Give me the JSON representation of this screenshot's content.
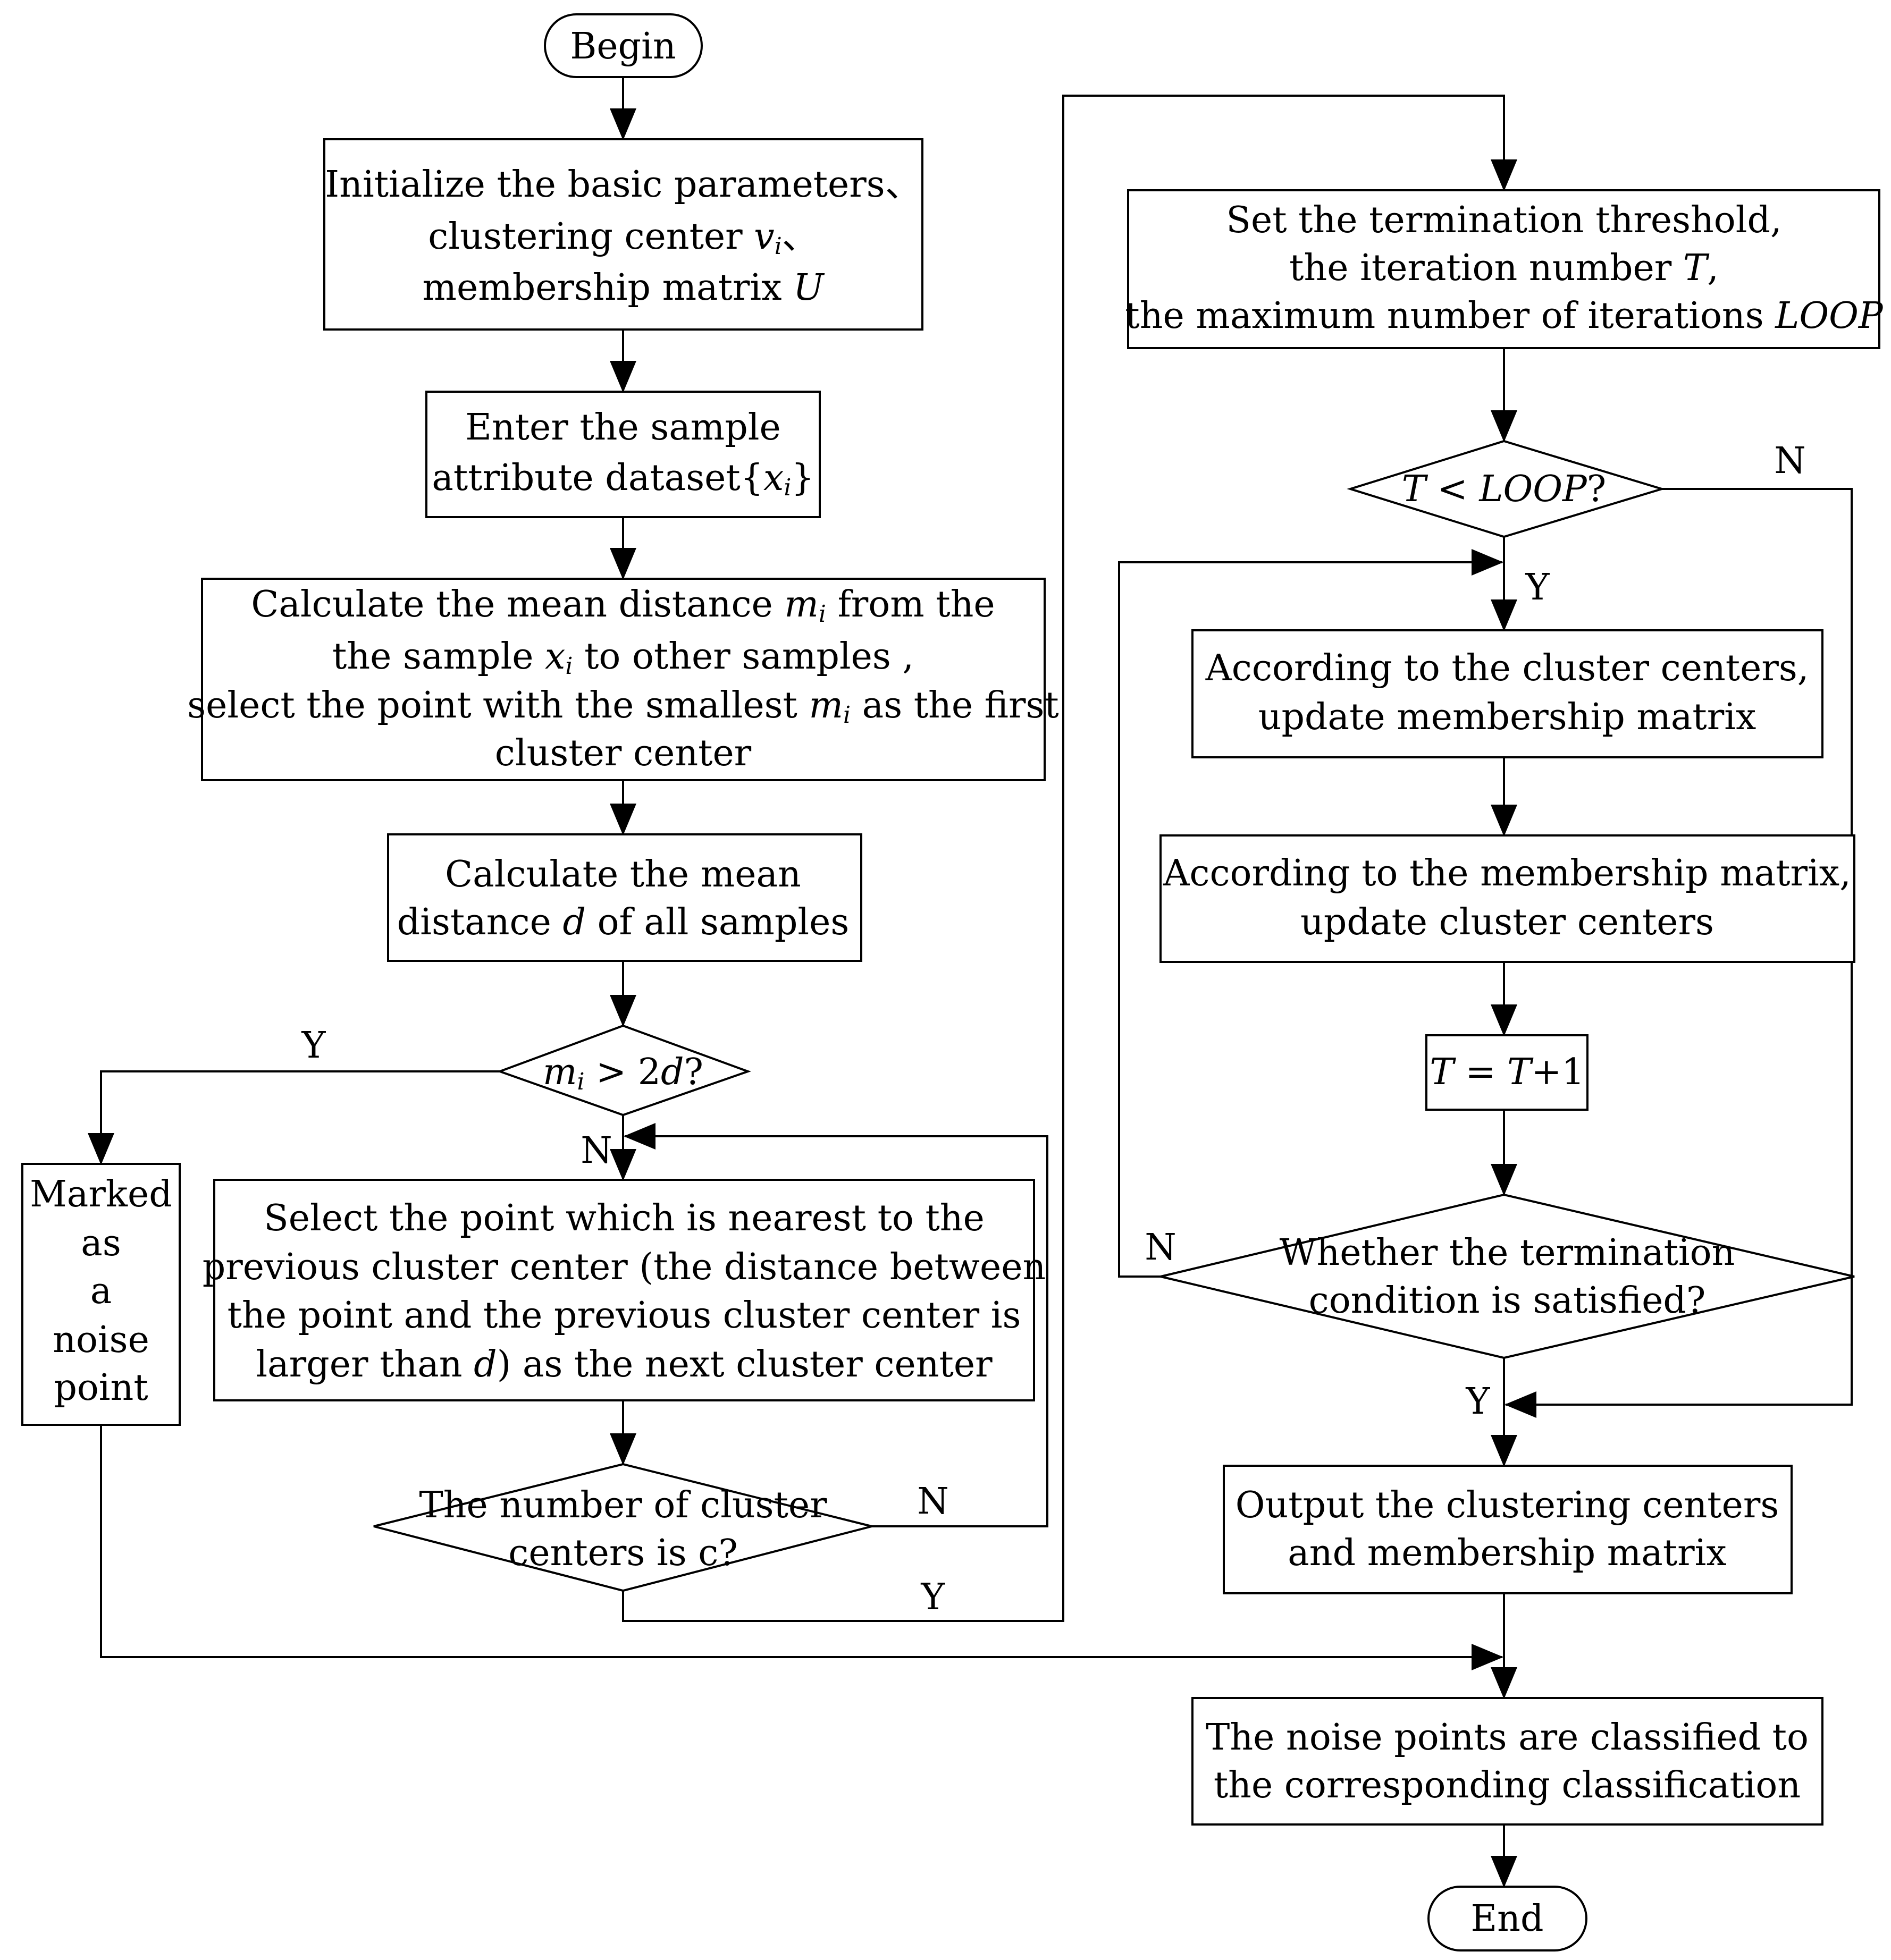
{
  "nodes": {
    "begin": "Begin",
    "init": {
      "line1": "Initialize the basic parameters、",
      "line2_a": "clustering center ",
      "line2_v": "v",
      "line2_i": "i",
      "line2_b": "、",
      "line3_a": "membership matrix ",
      "line3_U": "U"
    },
    "enter": {
      "line1": "Enter the sample",
      "line2_a": "attribute dataset{",
      "line2_x": "x",
      "line2_i": "i",
      "line2_b": "}"
    },
    "calc_mean": {
      "line1_a": "Calculate the mean distance ",
      "line1_m": "m",
      "line1_i": "i",
      "line1_b": " from the",
      "line2_a": "the sample ",
      "line2_x": "x",
      "line2_i": "i",
      "line2_b": " to other samples ,",
      "line3_a": "select the point with the smallest  ",
      "line3_m": "m",
      "line3_i": "i",
      "line3_b": " as the first",
      "line4": "cluster center"
    },
    "calc_d": {
      "line1": "Calculate the mean",
      "line2_a": "distance ",
      "line2_d": "d",
      "line2_b": " of all samples"
    },
    "decision_m": {
      "m": "m",
      "i": "i",
      "a": " > 2",
      "d": "d",
      "b": "?"
    },
    "noise": {
      "line1": "Marked",
      "line2": "as",
      "line3": "a",
      "line4": "noise",
      "line5": "point"
    },
    "select": {
      "line1": "Select the point which is nearest to the",
      "line2": "previous cluster center (the distance between",
      "line3": "the point and the previous cluster center is",
      "line4_a": "larger than ",
      "line4_d": "d",
      "line4_b": ") as the next cluster center"
    },
    "decision_c": {
      "line1": "The number of cluster",
      "line2": "centers is c?"
    },
    "threshold": {
      "line1": "Set the termination threshold,",
      "line2_a": "the iteration number ",
      "line2_T": "T",
      "line2_b": ",",
      "line3_a": "the maximum number of iterations ",
      "line3_L": "LOOP"
    },
    "decision_loop": {
      "T": "T",
      "a": " < ",
      "L": "LOOP",
      "b": "?"
    },
    "update_u": {
      "line1": "According to the cluster centers,",
      "line2": "update membership matrix"
    },
    "update_v": {
      "line1": "According to the membership matrix,",
      "line2": "update cluster centers"
    },
    "increment": {
      "T1": "T",
      "a": " = ",
      "T2": "T",
      "b": "+1"
    },
    "decision_term": {
      "line1": "Whether the termination",
      "line2": "condition is satisfied?"
    },
    "output": {
      "line1": "Output the clustering centers",
      "line2": "and membership matrix"
    },
    "classify": {
      "line1": "The noise points are classified to",
      "line2": "the corresponding classification"
    },
    "end": "End"
  },
  "labels": {
    "yes": "Y",
    "no": "N"
  }
}
